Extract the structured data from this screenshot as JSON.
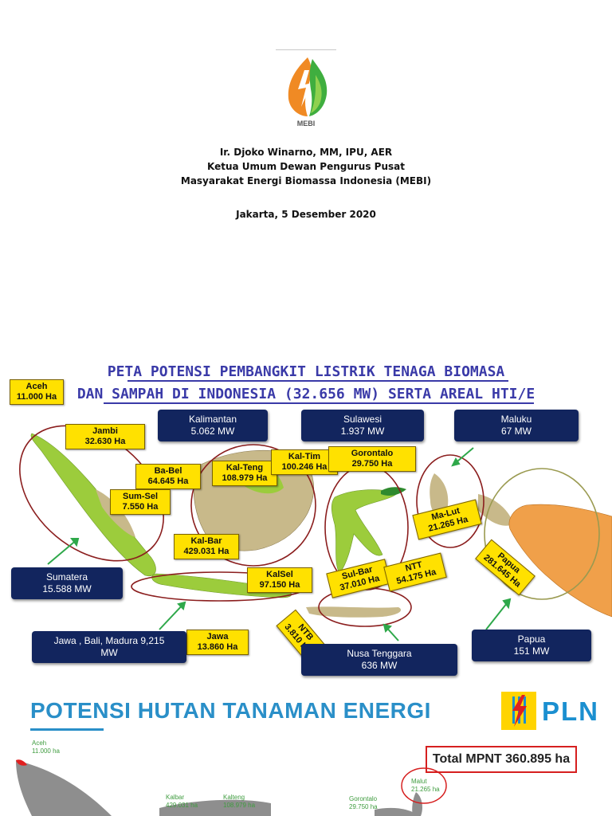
{
  "cover": {
    "logo_text": "MEBI",
    "author": "Ir. Djoko Winarno, MM, IPU, AER",
    "position": "Ketua Umum Dewan Pengurus Pusat",
    "organization": "Masyarakat Energi Biomassa Indonesia (MEBI)",
    "date_line": "Jakarta, 5 Desember 2020"
  },
  "map_slide": {
    "title_line1": "PETA  POTENSI PEMBANGKIT LISTRIK TENAGA BIOMASA",
    "title_line2": "DAN SAMPAH DI INDONESIA (32.656 MW) SERTA AREAL HTI/E",
    "area_labels": [
      {
        "name": "Aceh",
        "value": "11.000 Ha"
      },
      {
        "name": "Jambi",
        "value": "32.630 Ha"
      },
      {
        "name": "Ba-Bel",
        "value": "64.645 Ha"
      },
      {
        "name": "Sum-Sel",
        "value": "7.550 Ha"
      },
      {
        "name": "Kal-Teng",
        "value": "108.979 Ha"
      },
      {
        "name": "Kal-Tim",
        "value": "100.246 Ha"
      },
      {
        "name": "Gorontalo",
        "value": "29.750 Ha"
      },
      {
        "name": "Kal-Bar",
        "value": "429.031 Ha"
      },
      {
        "name": "KalSel",
        "value": "97.150 Ha"
      },
      {
        "name": "Ma-Lut",
        "value": "21.265 Ha"
      },
      {
        "name": "Sul-Bar",
        "value": "37.010 Ha"
      },
      {
        "name": "NTT",
        "value": "54.175 Ha"
      },
      {
        "name": "Papua",
        "value": "281.645 Ha"
      },
      {
        "name": "Jawa",
        "value": "13.860 Ha"
      },
      {
        "name": "NTB",
        "value": "3.810 Ha"
      }
    ],
    "regions": [
      {
        "name": "Kalimantan",
        "value": "5.062 MW"
      },
      {
        "name": "Sulawesi",
        "value": "1.937 MW"
      },
      {
        "name": "Maluku",
        "value": "67 MW"
      },
      {
        "name": "Sumatera",
        "value": "15.588 MW"
      },
      {
        "name": "Jawa , Bali, Madura 9,215",
        "value": "MW"
      },
      {
        "name": "Nusa Tenggara",
        "value": "636 MW"
      },
      {
        "name": "Papua",
        "value": "151 MW"
      }
    ],
    "colors": {
      "land": "#9ccc3c",
      "plantation": "#c8b98a",
      "papua": "#f0a04a",
      "circle": "#8b1e1e"
    }
  },
  "pln_slide": {
    "title": "POTENSI HUTAN TANAMAN ENERGI",
    "brand": "PLN",
    "total": "Total MPNT 360.895 ha",
    "map_labels": [
      {
        "name": "Aceh",
        "value": "11.000 ha"
      },
      {
        "name": "Malut",
        "value": "21.265 ha"
      },
      {
        "name": "Kalbar",
        "value": "429.031 ha"
      },
      {
        "name": "Kalteng",
        "value": "108.979 ha"
      },
      {
        "name": "Gorontalo",
        "value": "29.750 ha"
      }
    ]
  }
}
